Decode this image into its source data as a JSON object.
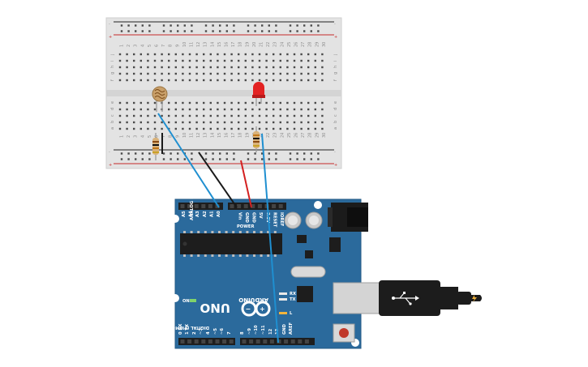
{
  "breadboard": {
    "rail_plus": "+",
    "rail_minus": "-",
    "column_numbers": [
      "1",
      "2",
      "3",
      "4",
      "5",
      "6",
      "7",
      "8",
      "9",
      "10",
      "11",
      "12",
      "13",
      "14",
      "15",
      "16",
      "17",
      "18",
      "19",
      "20",
      "21",
      "22",
      "23",
      "24",
      "25",
      "26",
      "27",
      "28",
      "29",
      "30"
    ],
    "row_letters_top": [
      "j",
      "i",
      "h",
      "g",
      "f"
    ],
    "row_letters_bottom": [
      "e",
      "d",
      "c",
      "b",
      "a"
    ]
  },
  "arduino": {
    "brand": "ARDUINO",
    "model": "UNO",
    "logo": "infinity-logo",
    "on_label": "ON",
    "analog_label": "ANALOG IN",
    "analog_pins": [
      "A0",
      "A1",
      "A2",
      "A3",
      "A4",
      "A5"
    ],
    "power_label": "POWER",
    "power_pins": [
      "Vin",
      "GND",
      "GND",
      "5V",
      "3.3V",
      "RESET",
      "IOREF"
    ],
    "digital_label": "DIGITAL (PWM~)",
    "digital_pins": [
      "0 RX",
      "1 TX",
      "2",
      "~3",
      "4",
      "~5",
      "~6",
      "7",
      "8",
      "~9",
      "~10",
      "~11",
      "12",
      "13",
      "GND",
      "AREF"
    ],
    "rx_label": "RX",
    "tx_label": "TX",
    "l_label": "L",
    "board_color": "#2b6a9c"
  },
  "wires": {
    "signal_color": "#1f8fd0",
    "ground_color": "#1a1a1a",
    "power_color": "#d42020"
  }
}
